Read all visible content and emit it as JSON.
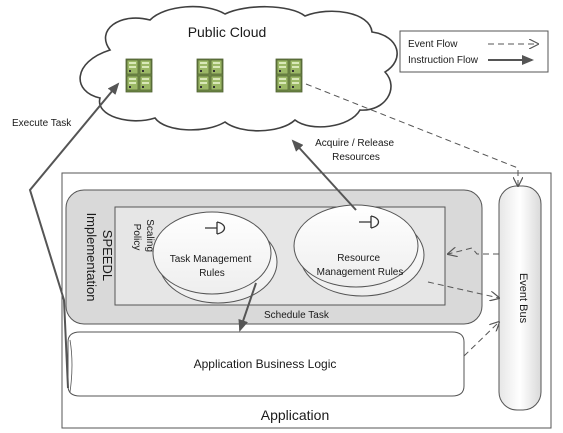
{
  "cloud": {
    "label": "Public Cloud"
  },
  "legend": {
    "event_flow": "Event Flow",
    "instruction_flow": "Instruction Flow"
  },
  "labels": {
    "execute_task": "Execute Task",
    "acquire_release_1": "Acquire / Release",
    "acquire_release_2": "Resources",
    "schedule_task": "Schedule Task",
    "speedl_1": "SPEEDL",
    "speedl_2": "Implementation",
    "scaling_1": "Scaling",
    "scaling_2": "Policy",
    "task_rules_1": "Task Management",
    "task_rules_2": "Rules",
    "resource_rules_1": "Resource",
    "resource_rules_2": "Management Rules",
    "business_logic": "Application Business Logic",
    "event_bus": "Event Bus",
    "application": "Application"
  },
  "colors": {
    "server_green": "#9bb866",
    "server_dark": "#5a6b3a",
    "container_gray": "#d9d9d9",
    "line_dark": "#555555"
  }
}
